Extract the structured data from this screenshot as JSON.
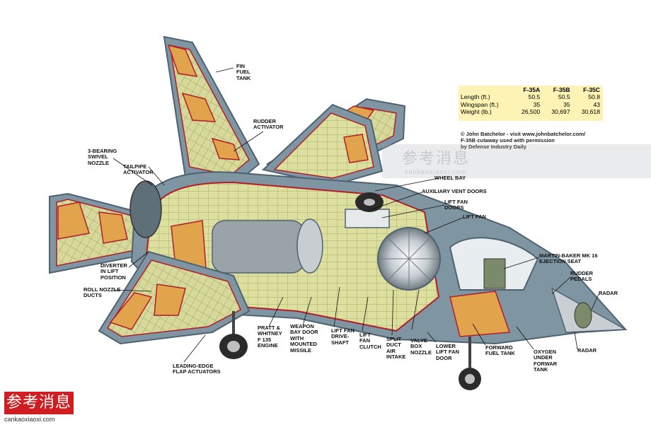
{
  "specs": {
    "headers": [
      "",
      "F-35A",
      "F-35B",
      "F-35C"
    ],
    "rows": [
      [
        "Length (ft.)",
        "50.5",
        "50.5",
        "50.8"
      ],
      [
        "Wingspan (ft.)",
        "35",
        "35",
        "43"
      ],
      [
        "Weight (lb.)",
        "26,500",
        "30,697",
        "30,618"
      ]
    ]
  },
  "credit": [
    "© John Batchelor - visit www.johnbatchelor.com/",
    "F-35B cutaway used with permission",
    "by Defense Industry Daily"
  ],
  "labels": {
    "fin_fuel_tank": [
      "FIN",
      "FUEL",
      "TANK"
    ],
    "rudder_activator": [
      "RUDDER",
      "ACTIVATOR"
    ],
    "swivel_nozzle": [
      "3-BEARING",
      "SWIVEL",
      "NOZZLE"
    ],
    "tailpipe_activator": [
      "TAILPIPE",
      "ACTIVATOR"
    ],
    "wheel_bay": [
      "WHEEL BAY"
    ],
    "aux_vent_doors": [
      "AUXILIARY VENT DOORS"
    ],
    "lift_fan_doors": [
      "LIFT FAN",
      "DOORS"
    ],
    "lift_fan": [
      "LIFT FAN"
    ],
    "ejection_seat": [
      "MARTIN-BAKER MK 16",
      "EJECTION SEAT"
    ],
    "rudder_pedals": [
      "RUDDER",
      "PEDALS"
    ],
    "radar_top": [
      "RADAR"
    ],
    "radar_bottom": [
      "RADAR"
    ],
    "diverter": [
      "DIVERTER",
      "IN LIFT",
      "POSITION"
    ],
    "roll_nozzle": [
      "ROLL NOZZLE",
      "DUCTS"
    ],
    "pw_engine": [
      "PRATT &",
      "WHITNEY",
      "F 135",
      "ENGINE"
    ],
    "weapon_bay": [
      "WEAPON",
      "BAY DOOR",
      "WITH",
      "MOUNTED",
      "MISSILE"
    ],
    "driveshaft": [
      "LIFT FAN",
      "DRIVE-",
      "SHAFT"
    ],
    "fan_clutch": [
      "LIFT",
      "FAN",
      "CLUTCH"
    ],
    "split_duct": [
      "SPLIT",
      "DUCT",
      "AIR",
      "INTAKE"
    ],
    "valve_box": [
      "VALVE",
      "BOX",
      "NOZZLE"
    ],
    "lower_fan_door": [
      "LOWER",
      "LIFT FAN",
      "DOOR"
    ],
    "forward_fuel": [
      "FORWARD",
      "FUEL TANK"
    ],
    "oxygen": [
      "OXYGEN",
      "UNDER",
      "FORWAR",
      "TANK"
    ],
    "flap_actuators": [
      "LEADING-EDGE",
      "FLAP ACTUATORS"
    ]
  },
  "watermark": {
    "text": "参考消息",
    "url": "cankaoxiaoxi.com"
  },
  "colors": {
    "skin": "#7f95a1",
    "skin_dark": "#4f6270",
    "structure": "#d9dc9a",
    "tank": "#e1a34c",
    "outline": "#b01e2a",
    "engine": "#9aa3a8"
  }
}
